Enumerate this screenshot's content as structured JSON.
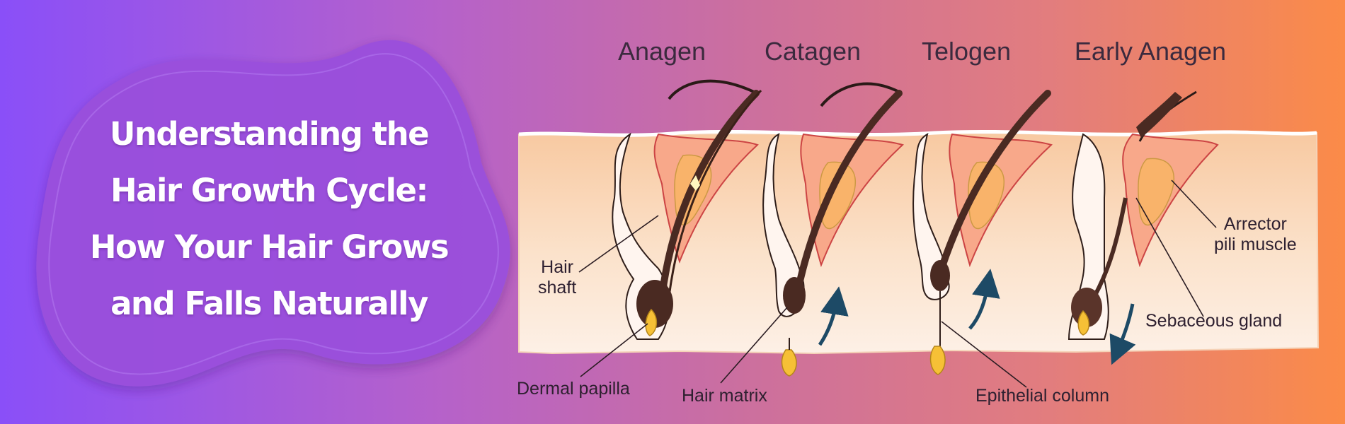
{
  "title": {
    "lines": [
      "Understanding the",
      "Hair Growth Cycle:",
      "How Your Hair Grows",
      "and Falls Naturally"
    ]
  },
  "diagram": {
    "stages": [
      "Anagen",
      "Catagen",
      "Telogen",
      "Early Anagen"
    ],
    "labels": {
      "hair_shaft": [
        "Hair",
        "shaft"
      ],
      "dermal_papilla": "Dermal papilla",
      "hair_matrix": "Hair matrix",
      "epithelial_column": "Epithelial column",
      "arrector": [
        "Arrector",
        "pili muscle"
      ],
      "sebaceous_gland": "Sebaceous gland"
    }
  },
  "colors": {
    "gradient_start": "#8a4ff8",
    "gradient_end": "#fb8b48",
    "blob": "#9a50dc",
    "skin": "#fbe4cf",
    "hair": "#4a2a22",
    "papilla": "#f6c036",
    "arrow": "#1d4a66"
  }
}
